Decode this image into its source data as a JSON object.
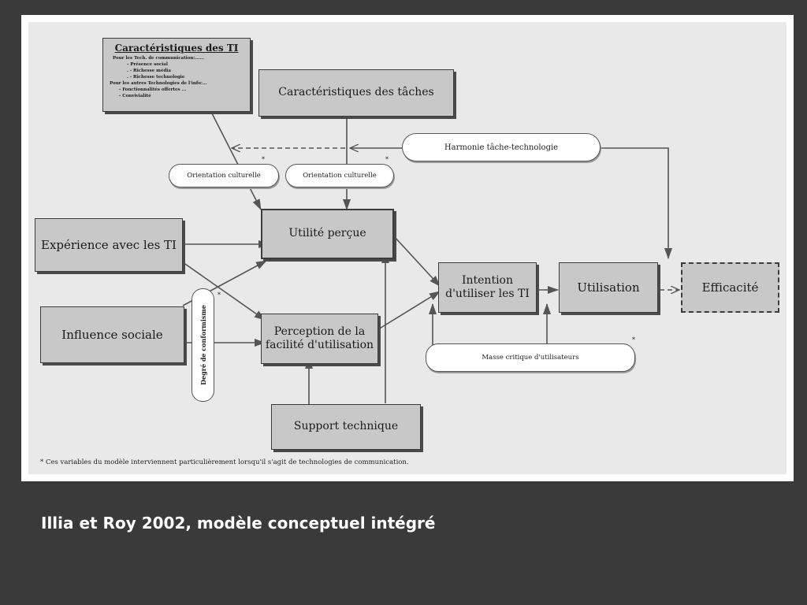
{
  "slide": {
    "caption": "Illia et Roy 2002, modèle conceptuel intégré"
  },
  "diagram": {
    "ti_characteristics": {
      "title": "Caractéristiques des TI",
      "lines": [
        "Pour les Tech. de communication:......",
        "- Présence social",
        ". - Richesse média",
        ". - Richesse technologie",
        "Pour les autres Technologies de l'info:...",
        "- Fonctionnalités offertes ...",
        "- Convivialité"
      ]
    },
    "boxes": {
      "task_characteristics": "Caractéristiques des tâches",
      "ti_experience": "Expérience avec les TI",
      "social_influence": "Influence sociale",
      "perceived_usefulness": "Utilité perçue",
      "perceived_ease_line1": "Perception de la",
      "perceived_ease_line2": "facilité d'utilisation",
      "technical_support": "Support technique",
      "intention_line1": "Intention",
      "intention_line2": "d'utiliser les TI",
      "utilisation": "Utilisation",
      "efficacy": "Efficacité"
    },
    "moderators": {
      "task_tech_fit": "Harmonie tâche-technologie",
      "cultural_orientation_1": "Orientation culturelle",
      "cultural_orientation_2": "Orientation culturelle",
      "conformity_degree": "Degré de conformisme",
      "critical_mass": "Masse critique d'utilisateurs"
    },
    "star": "*",
    "footnote": "* Ces variables du modèle interviennent particulièrement lorsqu'il s'agit de technologies de communication."
  },
  "colors": {
    "background": "#3a3a3a",
    "figure_bg": "#e9e9e9",
    "box_fill": "#c8c8c8",
    "line": "#555555"
  }
}
